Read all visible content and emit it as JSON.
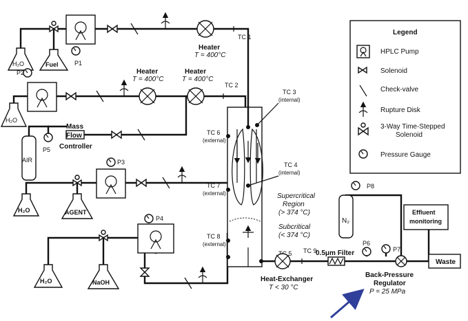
{
  "legend": {
    "title": "Legend",
    "hplc_pump": "HPLC Pump",
    "solenoid": "Solenoid",
    "check_valve": "Check-valve",
    "rupture_disk": "Rupture Disk",
    "three_way_line1": "3-Way Time-Stepped",
    "three_way_line2": "Solenoid",
    "pressure_gauge": "Pressure Gauge"
  },
  "flasks": {
    "h2o": "H₂O",
    "fuel": "Fuel",
    "agent": "AGENT",
    "naoh": "NaOH"
  },
  "pumps": {
    "p1": "P1",
    "p2": "P2",
    "p3": "P3",
    "p4": "P4"
  },
  "gauges": {
    "p5": "P5",
    "p6": "P6",
    "p7": "P7",
    "p8": "P8"
  },
  "cylinders": {
    "air": "AIR",
    "n2": "N₂"
  },
  "mfc": {
    "line1": "Mass",
    "line2": "Flow",
    "line3": "Controller"
  },
  "heaters": {
    "heater_top": {
      "name": "Heater",
      "temp": "T = 400°C"
    },
    "heater_a": {
      "name": "Heater",
      "temp": "T = 400°C"
    },
    "heater_b": {
      "name": "Heater",
      "temp": "T = 400°C"
    }
  },
  "thermocouples": {
    "tc1": "TC 1",
    "tc2": "TC 2",
    "tc3": "TC 3",
    "tc3_note": "(internal)",
    "tc4": "TC 4",
    "tc4_note": "(internal)",
    "tc5": "TC 5",
    "tc6": "TC 6",
    "tc6_note": "(external)",
    "tc7": "TC 7",
    "tc7_note": "(external)",
    "tc8": "TC 8",
    "tc8_note": "(external)",
    "tc9": "TC 9"
  },
  "reactor": {
    "supercritical_line1": "Supercritical",
    "supercritical_line2": "Region",
    "supercritical_temp": "(> 374 °C)",
    "subcritical": "Subcritical",
    "subcritical_temp": "(< 374 °C)"
  },
  "heat_exchanger": {
    "name": "Heat-Exchanger",
    "temp": "T < 30 °C"
  },
  "filter": "0.5μm Filter",
  "bpr": {
    "line1": "Back-Pressure",
    "line2": "Regulator",
    "pressure": "P = 25 MPa"
  },
  "effluent": {
    "line1": "Effluent",
    "line2": "monitoring"
  },
  "waste": "Waste"
}
